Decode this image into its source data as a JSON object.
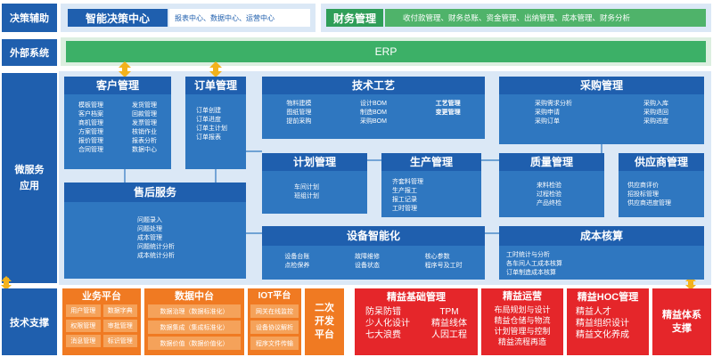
{
  "rows": {
    "decision": "决策辅助",
    "external": "外部系统",
    "microservice": "微服务\n应用",
    "tech": "技术支撑"
  },
  "decision": {
    "center_title": "智能决策中心",
    "center_items": "报表中心、数据中心、运营中心",
    "finance_title": "财务管理",
    "finance_items": "收付款管理、财务总账、资金管理、出纳管理、成本管理、财务分析"
  },
  "erp": "ERP",
  "customer": {
    "title": "客户管理",
    "col1": [
      "模板管理",
      "客户档案",
      "商机管理",
      "方案管理",
      "报价管理",
      "合同管理"
    ],
    "col2": [
      "发货管理",
      "回款管理",
      "发票管理",
      "核销作业",
      "报表分析",
      "数据中心"
    ]
  },
  "order": {
    "title": "订单管理",
    "items": [
      "订单创建",
      "订单进度",
      "订单主计划",
      "订单报表"
    ]
  },
  "tech_process": {
    "title": "技术工艺",
    "col1": [
      "物料建模",
      "图纸管理",
      "提前采购"
    ],
    "col2": [
      "设计BOM",
      "制造BOM",
      "采购BOM"
    ],
    "col3": [
      "工艺管理",
      "变更管理"
    ]
  },
  "procurement": {
    "title": "采购管理",
    "col1": [
      "采购需求分析",
      "采购申请",
      "采购订单"
    ],
    "col2": [
      "采购入库",
      "采购退回",
      "采购进度"
    ]
  },
  "plan": {
    "title": "计划管理",
    "items": [
      "车间计划",
      "班组计划"
    ]
  },
  "production": {
    "title": "生产管理",
    "items": [
      "齐套料管理",
      "生产报工",
      "报工记录",
      "工时管理"
    ]
  },
  "quality": {
    "title": "质量管理",
    "items": [
      "来料检验",
      "过程检验",
      "产品终检"
    ]
  },
  "supplier": {
    "title": "供应商管理",
    "items": [
      "供应商评价",
      "招投标管理",
      "供应商进度管理"
    ]
  },
  "after_sales": {
    "title": "售后服务",
    "items": [
      "问题录入",
      "问题处理",
      "成本管理",
      "问题统计分析",
      "成本统计分析"
    ]
  },
  "equipment": {
    "title": "设备智能化",
    "col1": [
      "设备台账",
      "点检保养"
    ],
    "col2": [
      "故障维修",
      "设备状态"
    ],
    "col3": [
      "核心参数",
      "程序号及工时"
    ]
  },
  "cost": {
    "title": "成本核算",
    "items": [
      "工时统计与分析",
      "各车间人工成本核算",
      "订单制造成本核算"
    ]
  },
  "business_platform": {
    "title": "业务平台",
    "cells": [
      "用户管理",
      "数据字典",
      "权限管理",
      "审批管理",
      "消息管理",
      "标识管理"
    ]
  },
  "data_center": {
    "title": "数据中台",
    "cells": [
      "数据治理（数据标准化）",
      "数据集成（集成标准化）",
      "数据价值（数据价值化）"
    ]
  },
  "iot": {
    "title": "IOT平台",
    "cells": [
      "网关在线监控",
      "设备协议解析",
      "程序文件传输"
    ]
  },
  "secondary_dev": "二次\n开发\n平台",
  "lean_basic": {
    "title": "精益基础管理",
    "col1": [
      "防呆防错",
      "少人化设计",
      "七大浪费"
    ],
    "col2": [
      "TPM",
      "精益线体",
      "人因工程"
    ]
  },
  "lean_ops": {
    "title": "精益运营",
    "items": [
      "布局规划与设计",
      "精益仓储与物流",
      "计划管理与控制",
      "精益流程再造"
    ]
  },
  "lean_hoc": {
    "title": "精益HOC管理",
    "items": [
      "精益人才",
      "精益组织设计",
      "精益文化养成"
    ]
  },
  "lean_system": "精益体系\n支撑"
}
